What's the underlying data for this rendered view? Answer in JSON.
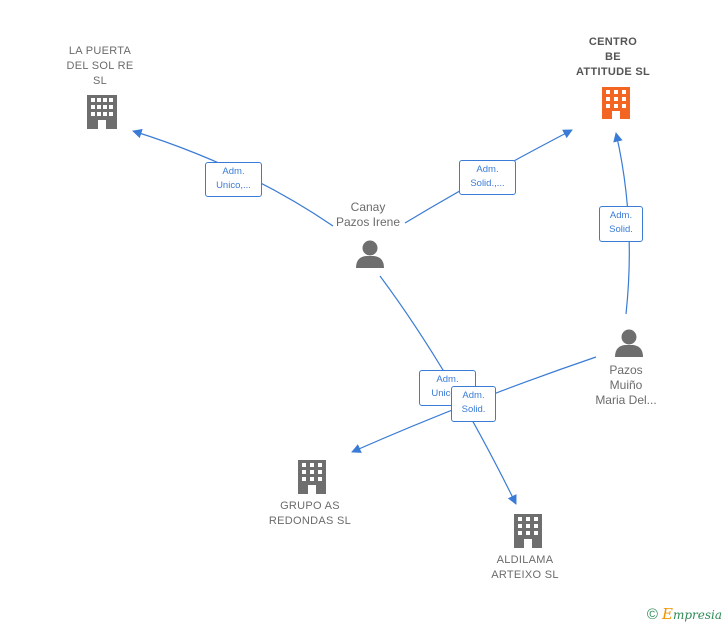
{
  "nodes": {
    "la_puerta": {
      "label": "LA PUERTA\nDEL SOL RE\nSL",
      "type": "company"
    },
    "centro_be": {
      "label": "CENTRO\nBE\nATTITUDE  SL",
      "type": "company",
      "highlight": true
    },
    "canay": {
      "label": "Canay\nPazos Irene",
      "type": "person"
    },
    "pazos": {
      "label": "Pazos\nMuiño\nMaria Del...",
      "type": "person"
    },
    "grupo_as": {
      "label": "GRUPO AS\nREDONDAS  SL",
      "type": "company"
    },
    "aldilama": {
      "label": "ALDILAMA\nARTEIXO SL",
      "type": "company"
    }
  },
  "edges": [
    {
      "from": "canay",
      "to": "la_puerta",
      "label_l1": "Adm.",
      "label_l2": "Unico,..."
    },
    {
      "from": "canay",
      "to": "centro_be",
      "label_l1": "Adm.",
      "label_l2": "Solid.,..."
    },
    {
      "from": "pazos",
      "to": "centro_be",
      "label_l1": "Adm.",
      "label_l2": "Solid."
    },
    {
      "from": "canay",
      "to": "aldilama",
      "label_l1": "Adm.",
      "label_l2": "Unico..."
    },
    {
      "from": "pazos",
      "to": "grupo_as",
      "label_l1": "Adm.",
      "label_l2": "Solid."
    }
  ],
  "colors": {
    "edge": "#3a7bd5",
    "icon": "#6e6e6e",
    "highlight_icon": "#f26522"
  },
  "brand": {
    "copyright": "©",
    "e": "E",
    "rest": "mpresia"
  }
}
